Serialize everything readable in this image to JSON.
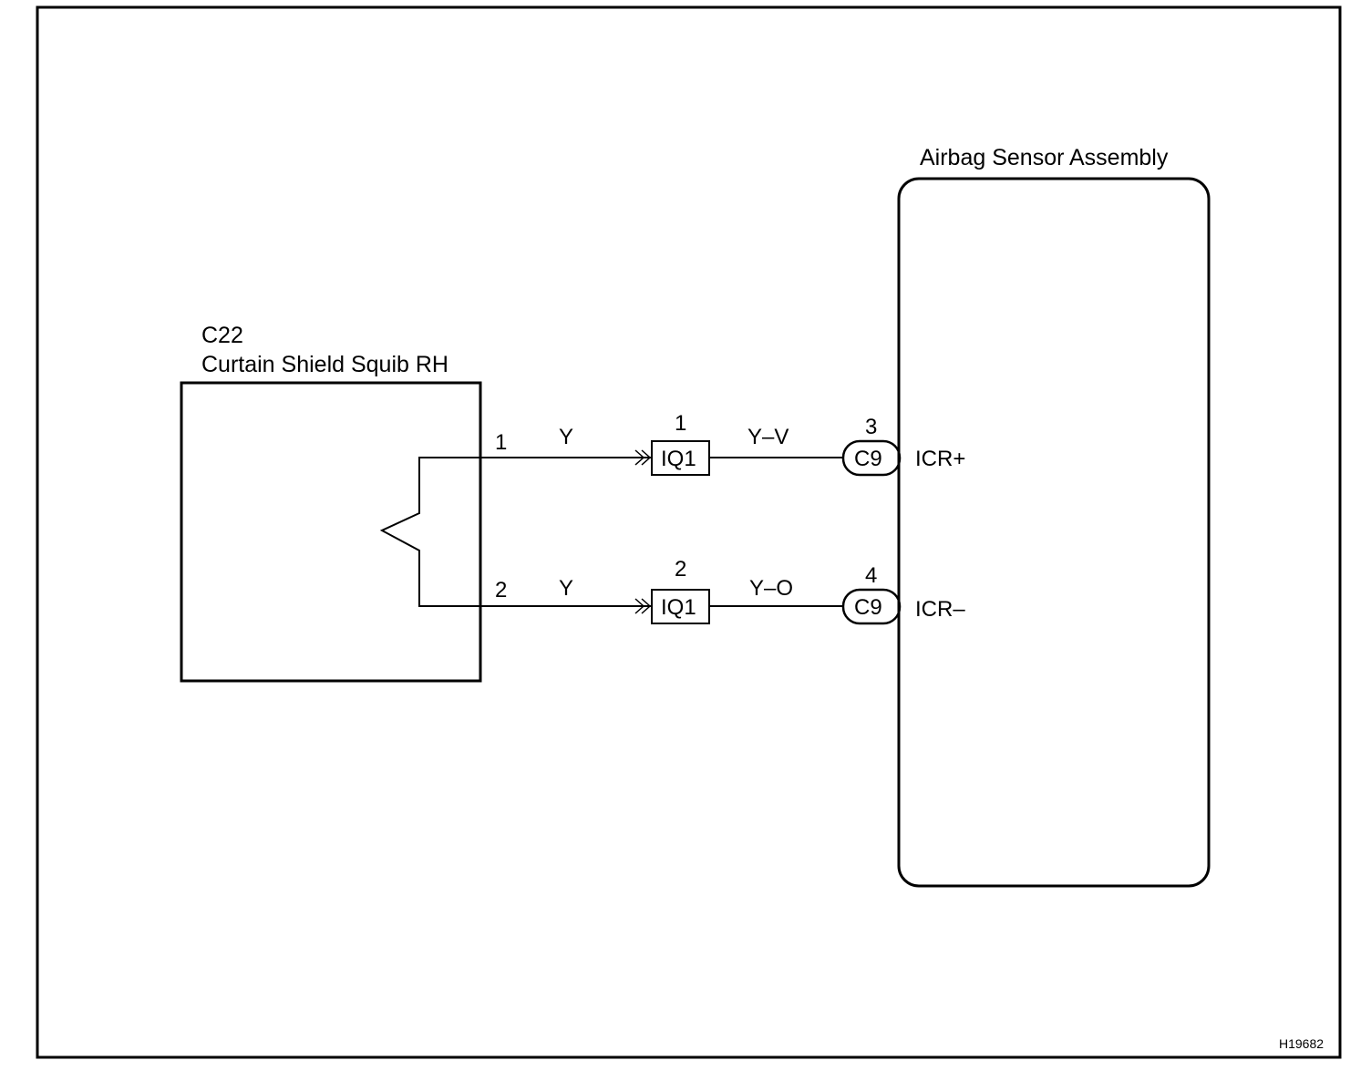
{
  "squib": {
    "code": "C22",
    "name": "Curtain Shield Squib RH",
    "pins": [
      "1",
      "2"
    ]
  },
  "sensor": {
    "name": "Airbag Sensor Assembly",
    "terminals": [
      "ICR+",
      "ICR–"
    ]
  },
  "circuits": [
    {
      "squib_pin": "1",
      "wire_color_left": "Y",
      "junction_connector": "IQ1",
      "junction_pin": "1",
      "wire_color_right": "Y–V",
      "ecu_connector": "C9",
      "ecu_pin": "3",
      "terminal": "ICR+"
    },
    {
      "squib_pin": "2",
      "wire_color_left": "Y",
      "junction_connector": "IQ1",
      "junction_pin": "2",
      "wire_color_right": "Y–O",
      "ecu_connector": "C9",
      "ecu_pin": "4",
      "terminal": "ICR–"
    }
  ],
  "figure_id": "H19682"
}
